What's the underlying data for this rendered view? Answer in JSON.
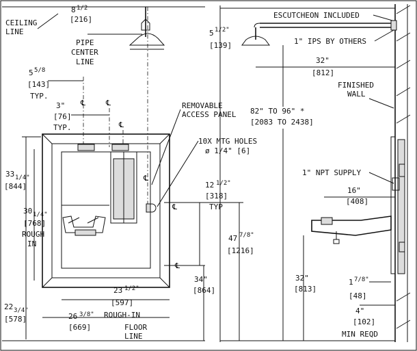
{
  "labels": {
    "ceiling_line_1": "CEILING",
    "ceiling_line_2": "LINE",
    "pipe_center_dim": "8",
    "pipe_center_frac": "1/2",
    "pipe_center_mm": "[216]",
    "pipe_center_1": "PIPE",
    "pipe_center_2": "CENTER",
    "pipe_center_3": "LINE",
    "typ_5_dim": "5",
    "typ_5_frac": "5/8",
    "typ_5_mm": "[143]",
    "typ_5_typ": "TYP.",
    "typ_3_dim": "3\"",
    "typ_3_mm": "[76]",
    "typ_3_typ": "TYP.",
    "cl": "℄",
    "removable_1": "REMOVABLE",
    "removable_2": "ACCESS PANEL",
    "mtg_1": "10X MTG HOLES",
    "mtg_2": "ø 1/4\" [6]",
    "h33_dim": "33",
    "h33_frac": "1/4\"",
    "h33_mm": "[844]",
    "h30_dim": "30",
    "h30_frac": "1/4\"",
    "h30_mm": "[768]",
    "h30_1": "ROUGH",
    "h30_2": "IN",
    "h12_dim": "12",
    "h12_frac": "1/2\"",
    "h12_mm": "[318]",
    "h12_typ": "TYP",
    "h47_dim": "47",
    "h47_frac": "7/8\"",
    "h47_mm": "[1216]",
    "h34_dim": "34\"",
    "h34_mm": "[864]",
    "w23_dim": "23",
    "w23_frac": "1/2\"",
    "w23_mm": "[597]",
    "h22_dim": "22",
    "h22_frac": "3/4\"",
    "h22_mm": "[578]",
    "w26_dim": "26",
    "w26_frac": "3/8\"",
    "w26_mm": "[669]",
    "rough_in": "ROUGH-IN",
    "floor_1": "FLOOR",
    "floor_2": "LINE",
    "escutcheon": "ESCUTCHEON INCLUDED",
    "side_5_dim": "5",
    "side_5_frac": "1/2\"",
    "side_5_mm": "[139]",
    "ips": "1\" IPS BY OTHERS",
    "d32_dim": "32\"",
    "d32_mm": "[812]",
    "finished_1": "FINISHED",
    "finished_2": "WALL",
    "range_dim": "82\" TO 96\" *",
    "range_mm": "[2083 TO 2438]",
    "npt": "1\" NPT SUPPLY",
    "d16_dim": "16\"",
    "d16_mm": "[408]",
    "h32_dim": "32\"",
    "h32_mm": "[813]",
    "d1_dim": "1",
    "d1_frac": "7/8\"",
    "d1_mm": "[48]",
    "d4_dim": "4\"",
    "d4_mm": "[102]",
    "min_reqd": "MIN REQD"
  }
}
